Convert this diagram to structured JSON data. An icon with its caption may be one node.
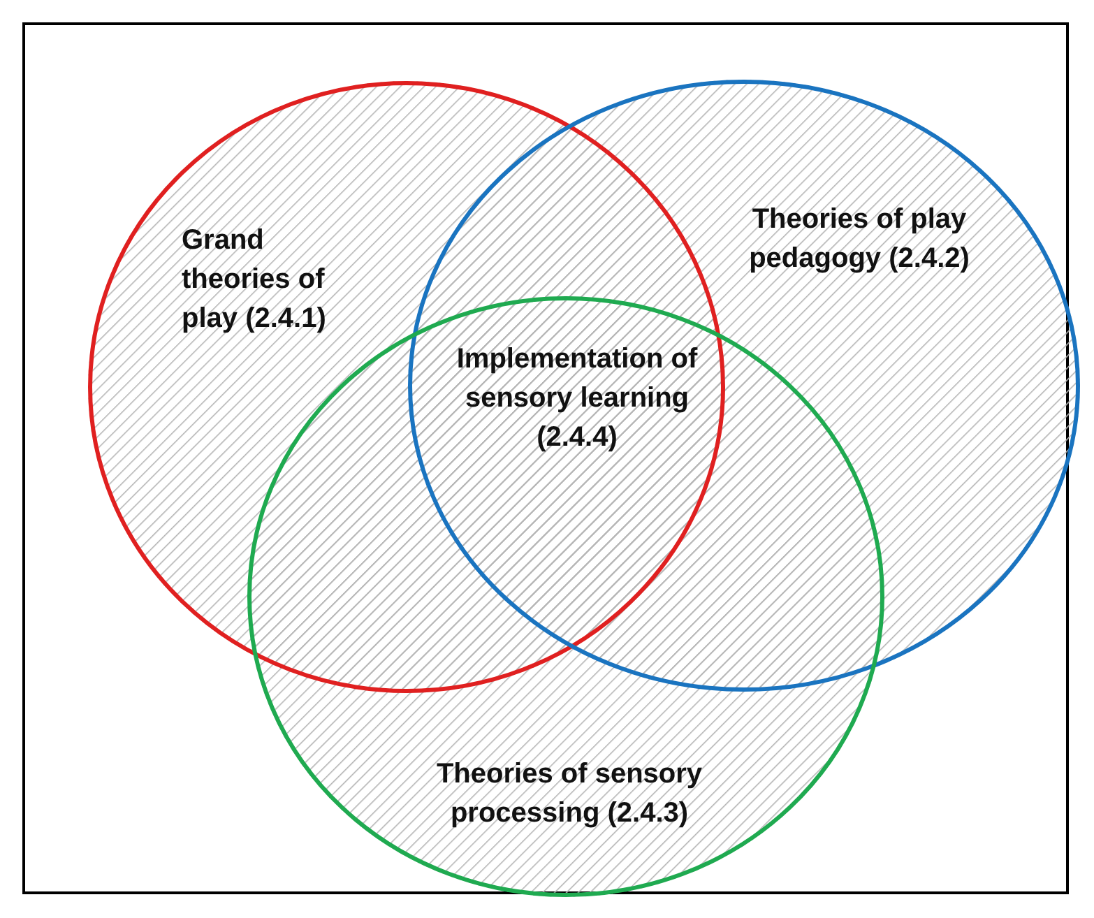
{
  "diagram": {
    "nodes": [
      {
        "text": [
          "Grand theories of play (2.4.1)"
        ]
      },
      {
        "text": [
          "Theories of play pedagogy (2.4.2)"
        ]
      },
      {
        "text": [
          "Theories of sensory processing (2.4.3)"
        ]
      }
    ],
    "edges": [],
    "labels": [
      "Implementation of sensory learning (2.4.4)"
    ]
  }
}
